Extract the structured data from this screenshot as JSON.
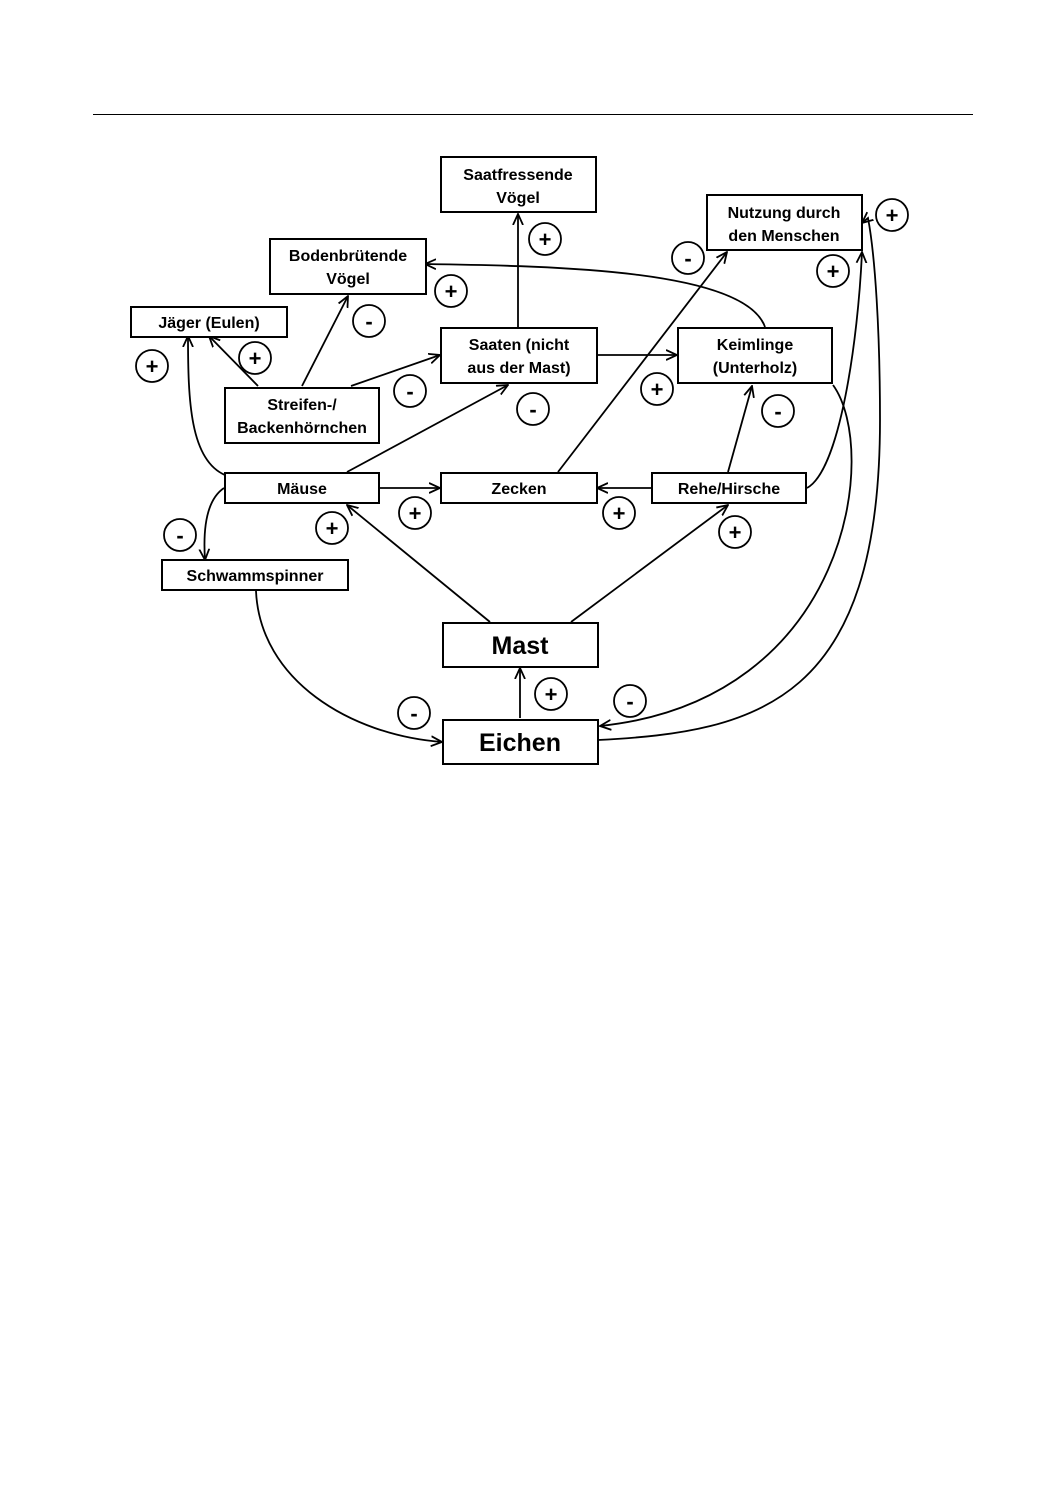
{
  "nodes": [
    {
      "id": "saatfressende",
      "lines": [
        "Saatfressende",
        "Vögel"
      ]
    },
    {
      "id": "nutzung",
      "lines": [
        "Nutzung durch",
        "den Menschen"
      ]
    },
    {
      "id": "bodenbruetende",
      "lines": [
        "Bodenbrütende",
        "Vögel"
      ]
    },
    {
      "id": "jaeger",
      "lines": [
        "Jäger (Eulen)"
      ]
    },
    {
      "id": "saaten",
      "lines": [
        "Saaten (nicht",
        "aus der Mast)"
      ]
    },
    {
      "id": "keimlinge",
      "lines": [
        "Keimlinge",
        "(Unterholz)"
      ]
    },
    {
      "id": "streifen",
      "lines": [
        "Streifen-/",
        "Backenhörnchen"
      ]
    },
    {
      "id": "maeuse",
      "lines": [
        "Mäuse"
      ]
    },
    {
      "id": "zecken",
      "lines": [
        "Zecken"
      ]
    },
    {
      "id": "rehe",
      "lines": [
        "Rehe/Hirsche"
      ]
    },
    {
      "id": "schwammspinner",
      "lines": [
        "Schwammspinner"
      ]
    },
    {
      "id": "mast",
      "lines": [
        "Mast"
      ]
    },
    {
      "id": "eichen",
      "lines": [
        "Eichen"
      ]
    }
  ],
  "signs": [
    {
      "id": "s1",
      "label": "+"
    },
    {
      "id": "s2",
      "label": "+"
    },
    {
      "id": "s3",
      "label": "-"
    },
    {
      "id": "s4",
      "label": "+"
    },
    {
      "id": "s5",
      "label": "+"
    },
    {
      "id": "s6",
      "label": "-"
    },
    {
      "id": "s7",
      "label": "+"
    },
    {
      "id": "s8",
      "label": "+"
    },
    {
      "id": "s9",
      "label": "-"
    },
    {
      "id": "s10",
      "label": "-"
    },
    {
      "id": "s11",
      "label": "+"
    },
    {
      "id": "s12",
      "label": "-"
    },
    {
      "id": "s13",
      "label": "-"
    },
    {
      "id": "s14",
      "label": "+"
    },
    {
      "id": "s15",
      "label": "+"
    },
    {
      "id": "s16",
      "label": "+"
    },
    {
      "id": "s17",
      "label": "+"
    },
    {
      "id": "s18",
      "label": "+"
    },
    {
      "id": "s19",
      "label": "-"
    },
    {
      "id": "s20",
      "label": "-"
    }
  ]
}
